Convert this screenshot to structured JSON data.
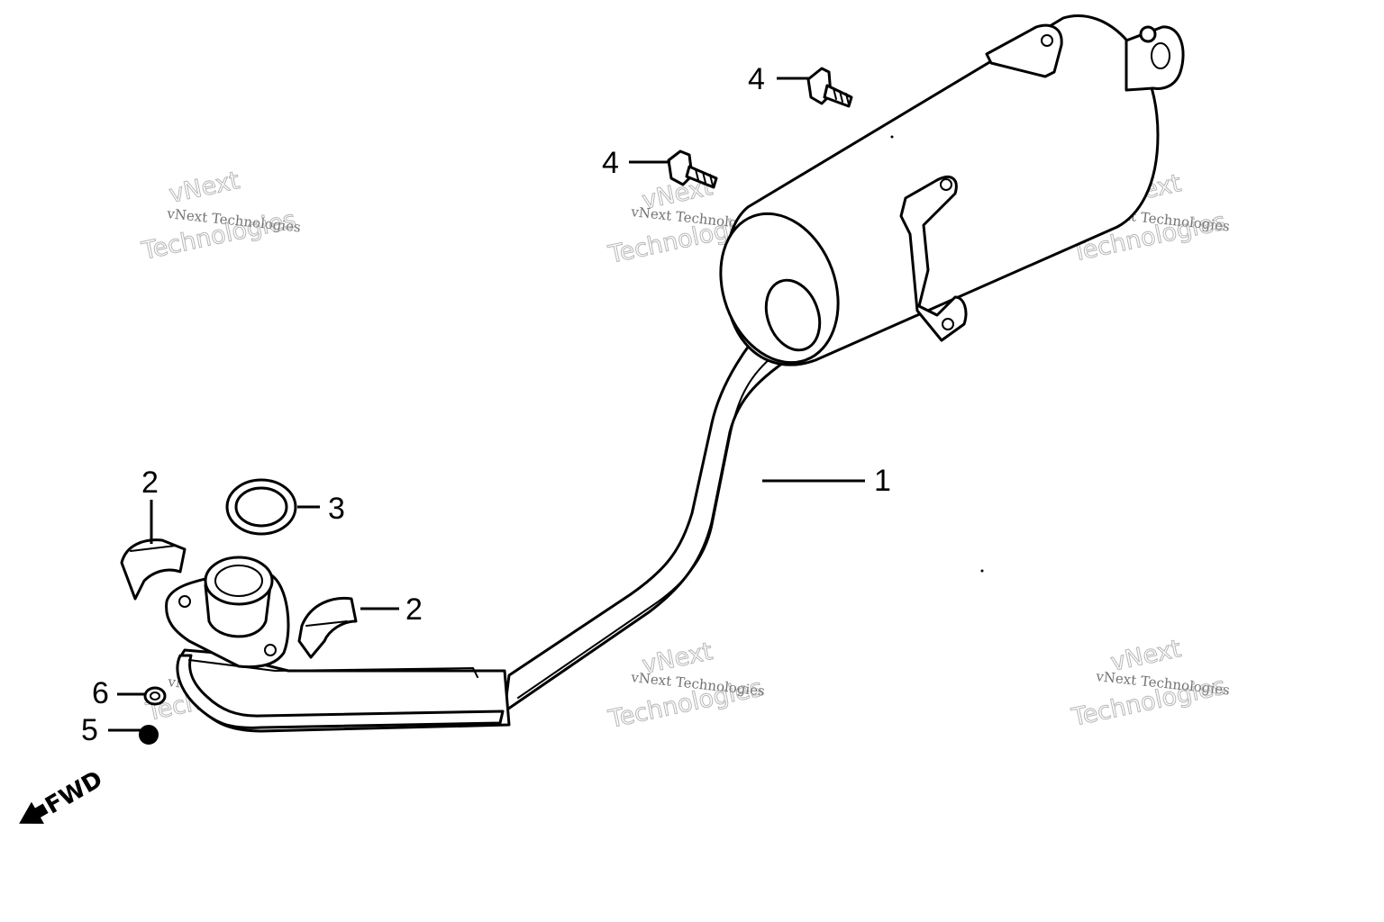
{
  "diagram": {
    "callouts": {
      "muffler": "1",
      "protector_a": "2",
      "protector_b": "2",
      "gasket": "3",
      "bolt_upper": "4",
      "bolt_lower": "4",
      "cap_nut": "5",
      "washer": "6"
    },
    "direction_label": "FWD",
    "watermark": {
      "line1": "vNext",
      "line2": "vNext Technologies",
      "line3": "Technologies"
    },
    "colors": {
      "line": "#000000",
      "background": "#ffffff",
      "watermark": "#999999"
    }
  }
}
